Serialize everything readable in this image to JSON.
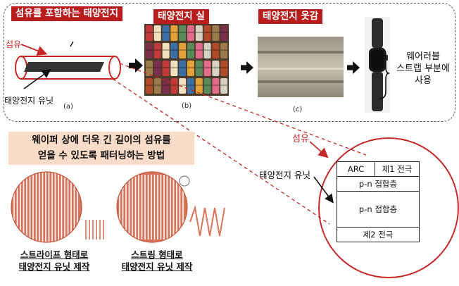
{
  "top": {
    "title_fiber": "섬유를 포함하는 태양전지",
    "title_thread": "태양전지 실",
    "title_fabric": "태양전지 옷감",
    "fiber_label": "섬유",
    "unit_label": "태양전지 유닛",
    "caption_a": "(a)",
    "caption_b": "(b)",
    "caption_c": "(c)",
    "usage_line1": "웨어러블",
    "usage_line2": "스트랩 부분에",
    "usage_line3": "사용"
  },
  "bottom": {
    "method_line1": "웨이퍼 상에 더욱 긴 길이의 섬유를",
    "method_line2": "얻을 수 있도록 패터닝하는 방법",
    "stripe_caption_line1": "스트라이프 형태로",
    "stripe_caption_line2": "태양전지 유닛 제작",
    "string_caption_line1": "스트링 형태로",
    "string_caption_line2": "태양전지 유닛 제작"
  },
  "detail": {
    "fiber_label": "섬유",
    "unit_label": "태양전지 유닛",
    "layer_arc": "ARC",
    "layer_top_electrode": "제1 전극",
    "layer_pn_thin": "p-n 접합층",
    "layer_pn_main": "p-n 접합층",
    "layer_bottom_electrode": "제2 전극"
  },
  "colors": {
    "accent_red": "#b81d1d",
    "stripe_orange": "#d9735a",
    "method_box_bg": "#f8dcc8"
  }
}
